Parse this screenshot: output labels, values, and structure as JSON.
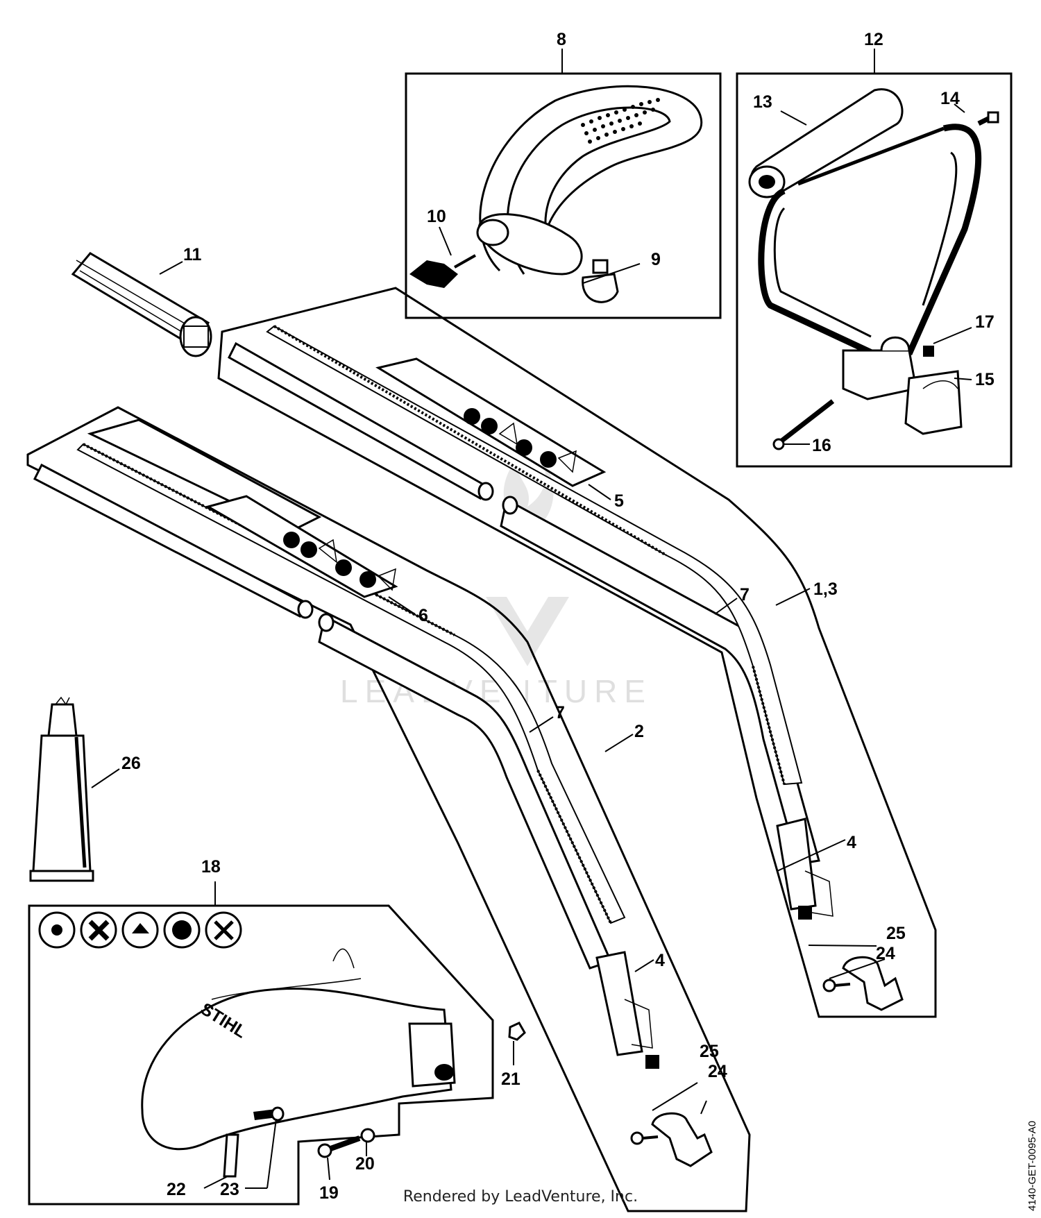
{
  "labels": {
    "l1_3": "1,3",
    "l2": "2",
    "l4a": "4",
    "l4b": "4",
    "l5": "5",
    "l6": "6",
    "l7a": "7",
    "l7b": "7",
    "l8": "8",
    "l9": "9",
    "l10": "10",
    "l11": "11",
    "l12": "12",
    "l13": "13",
    "l14": "14",
    "l15": "15",
    "l16": "16",
    "l17": "17",
    "l18": "18",
    "l19": "19",
    "l20": "20",
    "l21": "21",
    "l22": "22",
    "l23": "23",
    "l24a": "24",
    "l24b": "24",
    "l25a": "25",
    "l25b": "25",
    "l26": "26"
  },
  "guard_brand": "STIHL",
  "watermark": "LEADVENTURE",
  "diagram_code": "4140-GET-0095-A0",
  "footer": "Rendered by LeadVenture, Inc."
}
